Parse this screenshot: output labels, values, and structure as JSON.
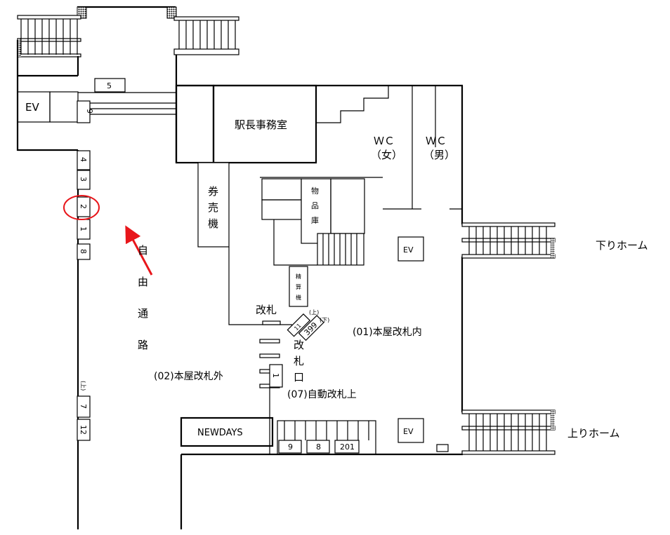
{
  "title": "駅構内図",
  "rooms": {
    "station_office": "駅長事務室",
    "wc_female": [
      "ＷＣ",
      "（女）"
    ],
    "wc_male": [
      "ＷＣ",
      "（男）"
    ],
    "storage": [
      "物",
      "品",
      "庫"
    ],
    "ticket_machine": [
      "券",
      "売",
      "機"
    ],
    "fare_adjust": [
      "精",
      "算",
      "機"
    ],
    "ev": "EV",
    "newdays": "NEWDAYS"
  },
  "labels": {
    "gate": "改札",
    "gate_vertical": [
      "改",
      "札",
      "口"
    ],
    "free_passage": [
      "自",
      "由",
      "通",
      "路"
    ],
    "down_platform": "下りホーム",
    "up_platform": "上りホーム",
    "inside_gate": "(01)本屋改札内",
    "outside_gate": "(02)本屋改札外",
    "auto_gate": "(07)自動改札上",
    "up_mark": "(上)",
    "down_mark": "(下)"
  },
  "numbers": {
    "top_5": "5",
    "left_9": "9",
    "left_column": [
      "4",
      "3",
      "2",
      "1",
      "8"
    ],
    "left_lower": [
      "7",
      "12"
    ],
    "gate_1": "1",
    "gate_11": "11",
    "gate_399": "399",
    "bottom": [
      "9",
      "8",
      "201"
    ]
  },
  "colors": {
    "highlight": "#e8161b"
  }
}
